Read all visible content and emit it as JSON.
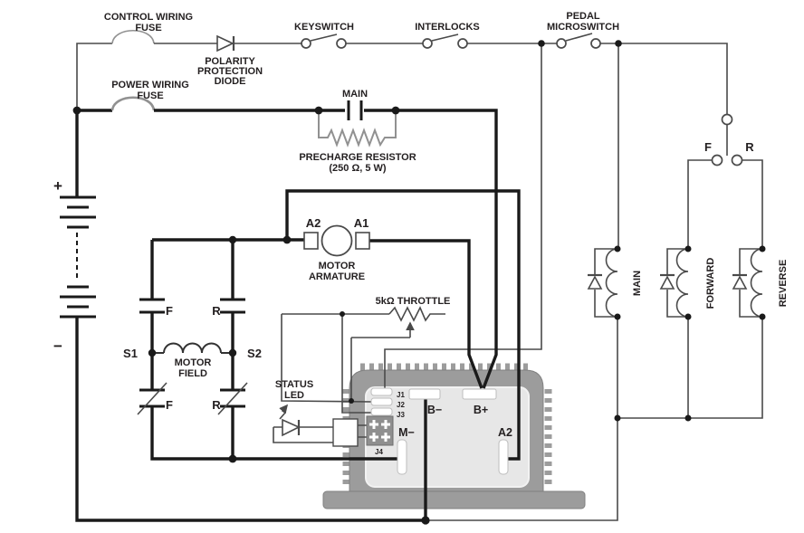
{
  "diagram_type": "motor-controller-wiring-diagram",
  "colors": {
    "power_wire": "#1a1a1a",
    "control_wire": "#4a4a4a",
    "component_gray": "#919191",
    "controller_body": "#9c9c9c",
    "controller_panel": "#e7e7e7",
    "slot_fill": "#ffffff",
    "label_color": "#231f20",
    "background": "#ffffff"
  },
  "labels": {
    "control_fuse_line1": "CONTROL WIRING",
    "control_fuse_line2": "FUSE",
    "power_fuse_line1": "POWER WIRING",
    "power_fuse_line2": "FUSE",
    "keyswitch": "KEYSWITCH",
    "interlocks": "INTERLOCKS",
    "pedal_line1": "PEDAL",
    "pedal_line2": "MICROSWITCH",
    "polarity_line1": "POLARITY",
    "polarity_line2": "PROTECTION",
    "polarity_line3": "DIODE",
    "main_contactor": "MAIN",
    "precharge_line1": "PRECHARGE RESISTOR",
    "precharge_line2": "(250 Ω, 5 W)",
    "battery_plus": "+",
    "battery_minus": "−",
    "armature_a2": "A2",
    "armature_a1": "A1",
    "motor_armature_line1": "MOTOR",
    "motor_armature_line2": "ARMATURE",
    "throttle": "5kΩ THROTTLE",
    "s1": "S1",
    "s2": "S2",
    "field_f_upper": "F",
    "field_r_upper": "R",
    "field_f_lower": "F",
    "field_r_lower": "R",
    "motor_field_line1": "MOTOR",
    "motor_field_line2": "FIELD",
    "status_led_line1": "STATUS",
    "status_led_line2": "LED",
    "j1": "J1",
    "j2": "J2",
    "j3": "J3",
    "j4": "J4",
    "term_b_minus": "B−",
    "term_b_plus": "B+",
    "term_m_minus": "M−",
    "term_a2": "A2",
    "selector_f": "F",
    "selector_r": "R",
    "coil_main": "MAIN",
    "coil_forward": "FORWARD",
    "coil_reverse": "REVERSE"
  }
}
